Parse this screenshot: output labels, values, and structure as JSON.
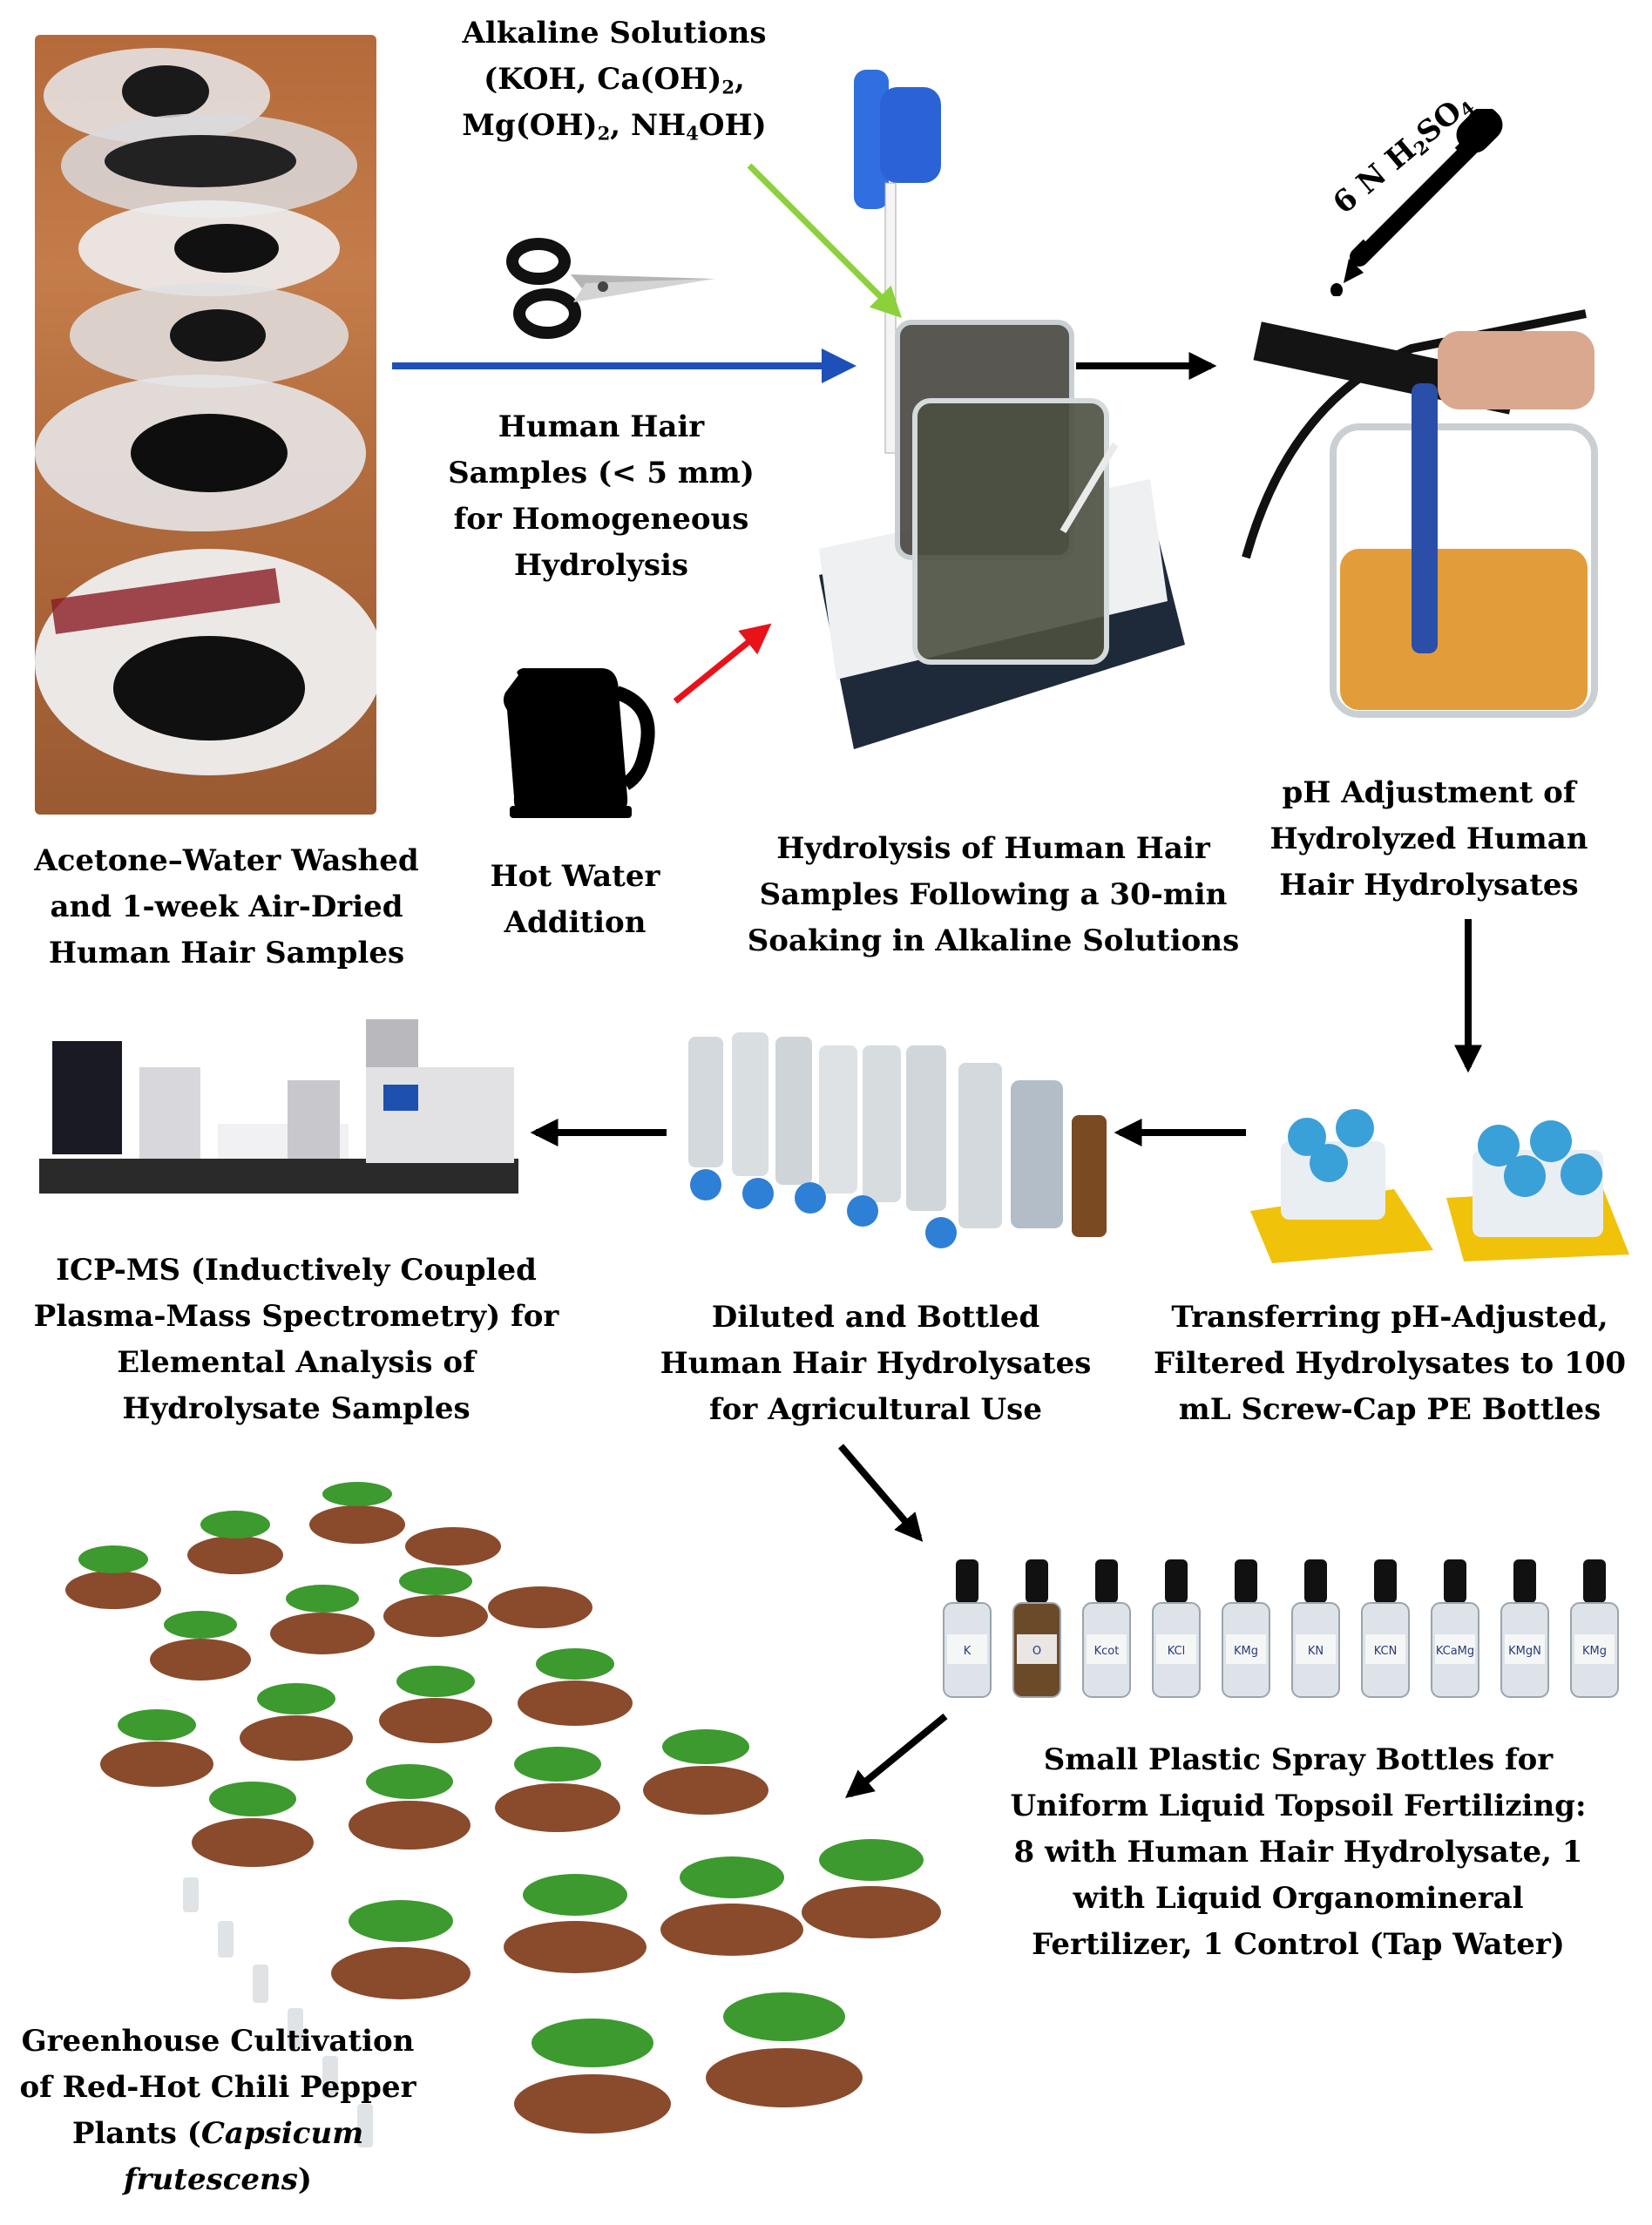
{
  "colors": {
    "arrow_blue": "#1f4fb8",
    "arrow_green": "#8bd13a",
    "arrow_red": "#e8121a",
    "arrow_black": "#000000"
  },
  "icons": [
    "scissors-icon",
    "kettle-icon",
    "dropper-icon"
  ],
  "captions": {
    "hair_samples": [
      "Acetone–Water Washed",
      "and 1-week Air-Dried",
      "Human Hair Samples"
    ],
    "hair_cut": [
      "Human Hair",
      "Samples (< 5 mm)",
      "for Homogeneous",
      "Hydrolysis"
    ],
    "alkaline": {
      "line1": "Alkaline Solutions",
      "line2_a": "(KOH, Ca(OH)",
      "line2_sub": "2",
      "line2_b": ",",
      "line3_a": "Mg(OH)",
      "line3_sub1": "2",
      "line3_b": ", NH",
      "line3_sub2": "4",
      "line3_c": "OH)"
    },
    "hot_water": [
      "Hot Water",
      "Addition"
    ],
    "hydrolysis": [
      "Hydrolysis of Human Hair",
      "Samples Following a 30-min",
      "Soaking in Alkaline Solutions"
    ],
    "acid": {
      "a": "6 N H",
      "sub1": "2",
      "b": "SO",
      "sub2": "4"
    },
    "ph_adjust": [
      "pH Adjustment of",
      "Hydrolyzed Human",
      "Hair Hydrolysates"
    ],
    "transfer": [
      "Transferring pH-Adjusted,",
      "Filtered Hydrolysates to 100",
      "mL Screw-Cap PE Bottles"
    ],
    "diluted": [
      "Diluted and Bottled",
      "Human Hair Hydrolysates",
      "for Agricultural Use"
    ],
    "icpms": [
      "ICP-MS (Inductively Coupled",
      "Plasma-Mass Spectrometry) for",
      "Elemental Analysis of",
      "Hydrolysate Samples"
    ],
    "spray": [
      "Small Plastic Spray Bottles for",
      "Uniform Liquid Topsoil Fertilizing:",
      "8 with Human Hair Hydrolysate, 1",
      "with Liquid Organomineral",
      "Fertilizer, 1 Control (Tap Water)"
    ],
    "greenhouse": {
      "line1": "Greenhouse Cultivation",
      "line2": "of Red-Hot Chili Pepper",
      "line3_a": "Plants (",
      "line3_italic": "Capsicum",
      "line4_italic": "frutescens",
      "line4_b": ")"
    }
  },
  "spray_labels": [
    "K",
    "O",
    "Kcot",
    "KCl",
    "KMg",
    "KN",
    "KCN",
    "KCaMg",
    "KMgN",
    "KMg"
  ]
}
